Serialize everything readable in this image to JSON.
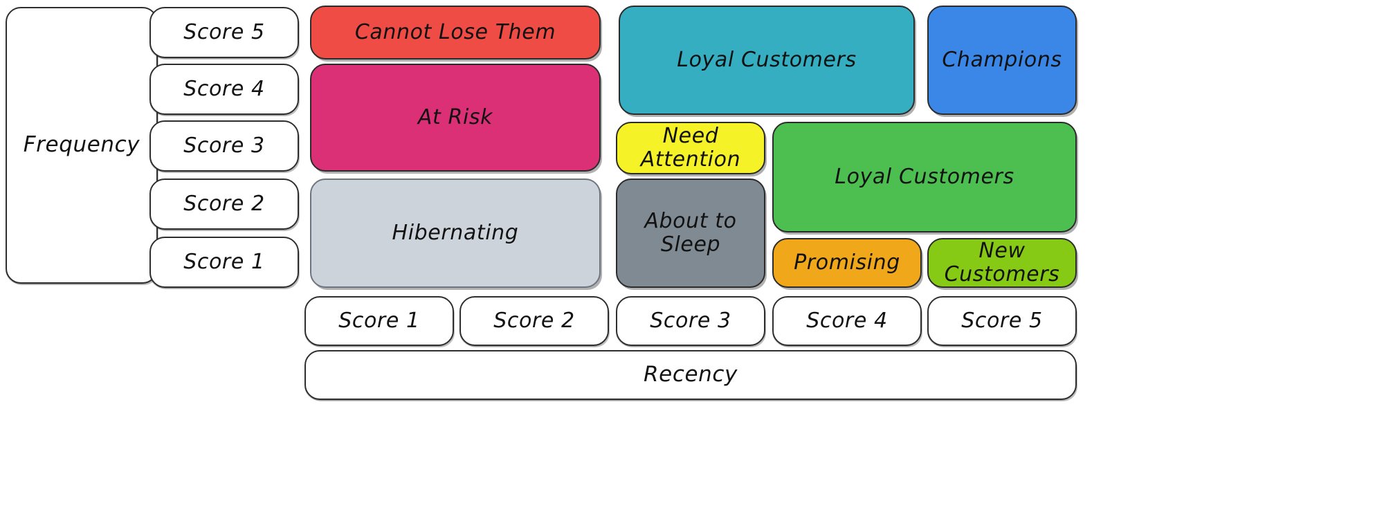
{
  "diagram": {
    "type": "rfm-segmentation-matrix",
    "axes": {
      "y_axis_label": "Frequency",
      "x_axis_label": "Recency",
      "y_scores": [
        "Score 5",
        "Score 4",
        "Score 3",
        "Score 2",
        "Score 1"
      ],
      "x_scores": [
        "Score 1",
        "Score 2",
        "Score 3",
        "Score 4",
        "Score 5"
      ]
    },
    "segments": [
      {
        "id": "cannot-lose-them",
        "label": "Cannot Lose Them",
        "color": "#ee4c44",
        "text_color": "#121212",
        "recency_scores": [
          1,
          2
        ],
        "frequency_scores": [
          5
        ]
      },
      {
        "id": "at-risk",
        "label": "At Risk",
        "color": "#dc3076",
        "text_color": "#121212",
        "recency_scores": [
          1,
          2
        ],
        "frequency_scores": [
          3,
          4
        ]
      },
      {
        "id": "hibernating",
        "label": "Hibernating",
        "color": "#cdd3db",
        "text_color": "#121212",
        "recency_scores": [
          1,
          2
        ],
        "frequency_scores": [
          1,
          2
        ]
      },
      {
        "id": "loyal-customers-teal",
        "label": "Loyal Customers",
        "color": "#35aec1",
        "text_color": "#121212",
        "recency_scores": [
          3,
          4
        ],
        "frequency_scores": [
          4,
          5
        ]
      },
      {
        "id": "champions",
        "label": "Champions",
        "color": "#3b87e8",
        "text_color": "#121212",
        "recency_scores": [
          5
        ],
        "frequency_scores": [
          4,
          5
        ]
      },
      {
        "id": "need-attention",
        "label": "Need Attention",
        "color": "#f5f328",
        "text_color": "#121212",
        "recency_scores": [
          3
        ],
        "frequency_scores": [
          3
        ]
      },
      {
        "id": "about-to-sleep",
        "label": "About to Sleep",
        "color": "#808a92",
        "text_color": "#121212",
        "recency_scores": [
          3
        ],
        "frequency_scores": [
          1,
          2
        ]
      },
      {
        "id": "loyal-customers-green",
        "label": "Loyal Customers",
        "color": "#4cbf50",
        "text_color": "#121212",
        "recency_scores": [
          4,
          5
        ],
        "frequency_scores": [
          2,
          3
        ]
      },
      {
        "id": "promising",
        "label": "Promising",
        "color": "#f0a81a",
        "text_color": "#121212",
        "recency_scores": [
          4
        ],
        "frequency_scores": [
          1
        ]
      },
      {
        "id": "new-customers",
        "label": "New Customers",
        "color": "#86ca16",
        "text_color": "#121212",
        "recency_scores": [
          5
        ],
        "frequency_scores": [
          1
        ]
      }
    ]
  }
}
